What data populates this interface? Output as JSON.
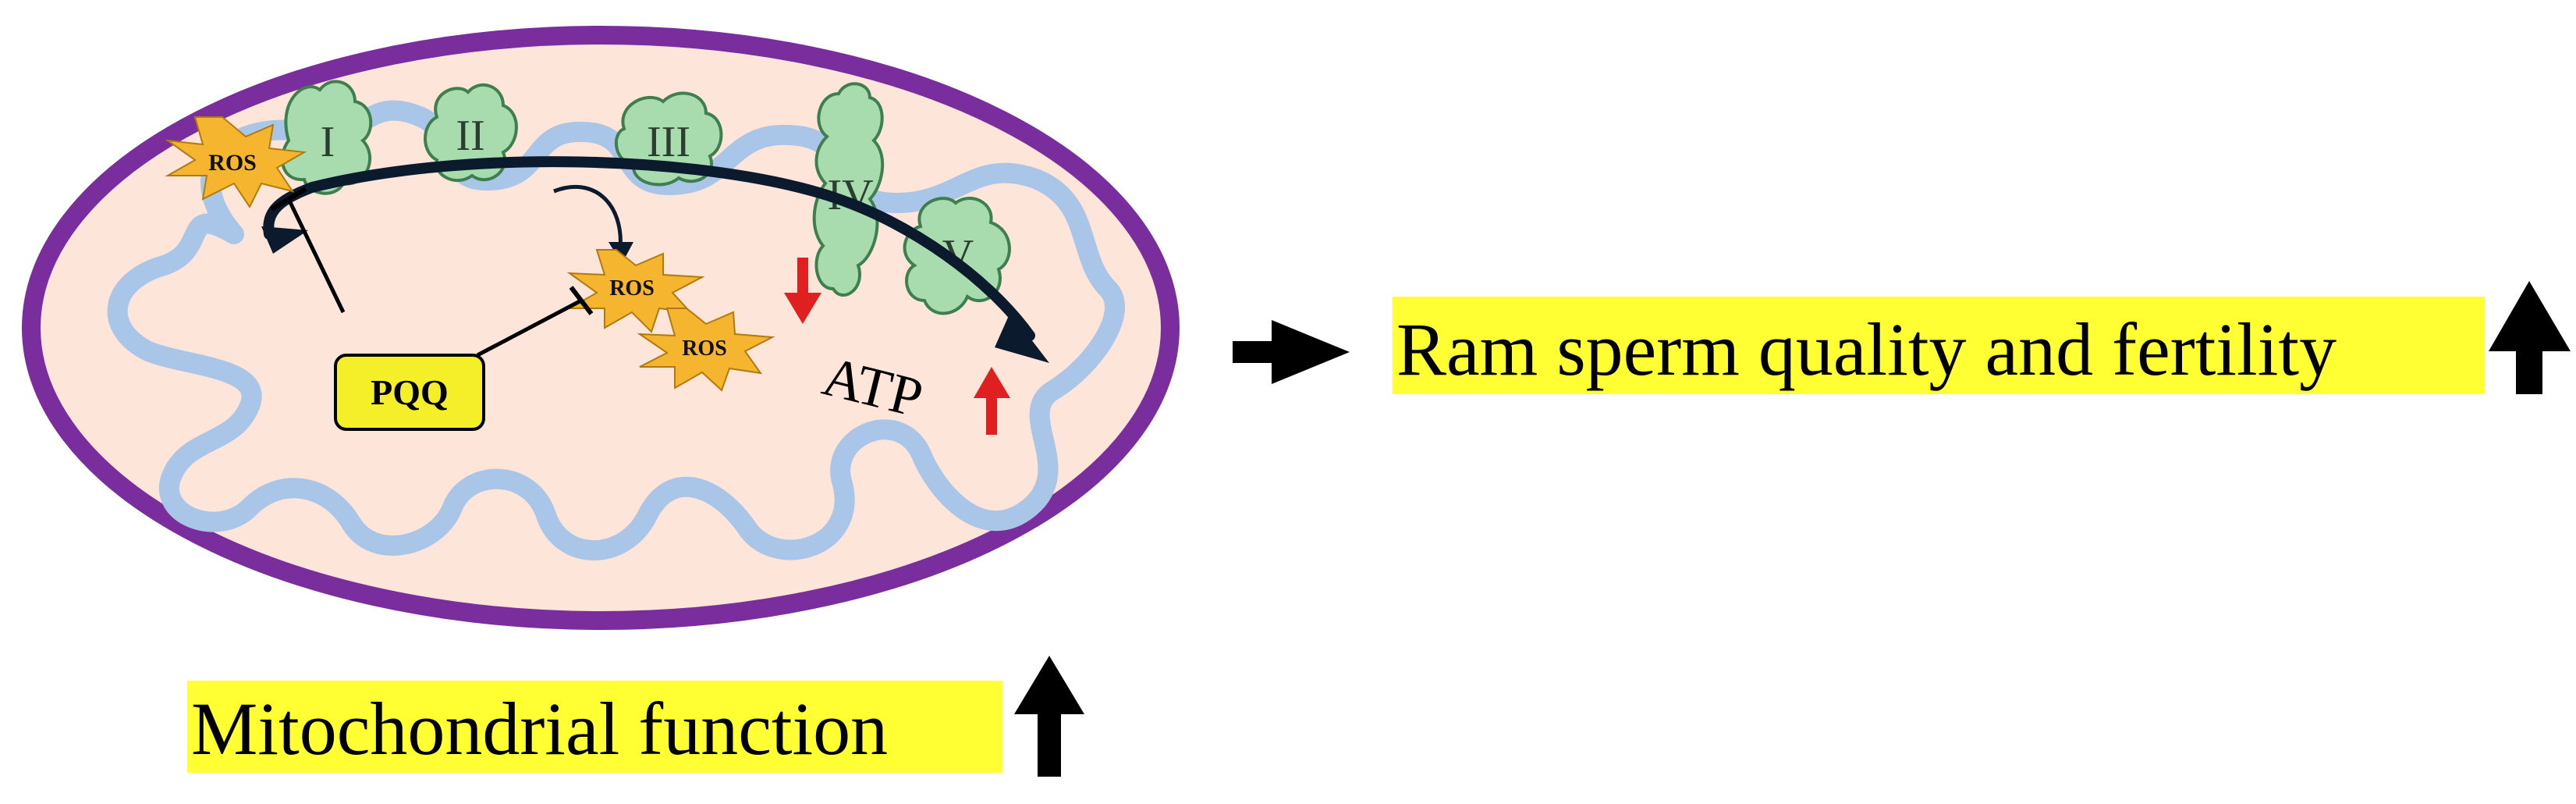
{
  "complexes": [
    {
      "label": "I"
    },
    {
      "label": "II"
    },
    {
      "label": "III"
    },
    {
      "label": "IV"
    },
    {
      "label": "V"
    }
  ],
  "ros_label": "ROS",
  "pqq_label": "PQQ",
  "atp_label": "ATP",
  "outcome_label": "Ram sperm quality and fertility",
  "mito_label": "Mitochondrial function",
  "colors": {
    "membrane_outer": "#7a2d9c",
    "matrix_fill": "#fde5d9",
    "cristae": "#a9c6e9",
    "complex_fill": "#a8dcae",
    "complex_stroke": "#3f7f4f",
    "ros_fill": "#f6b52e",
    "pqq_fill": "#f5ef2a",
    "highlight": "#ffff33",
    "arrow_red": "#e02020",
    "arrow_dark": "#0b1b2d"
  }
}
